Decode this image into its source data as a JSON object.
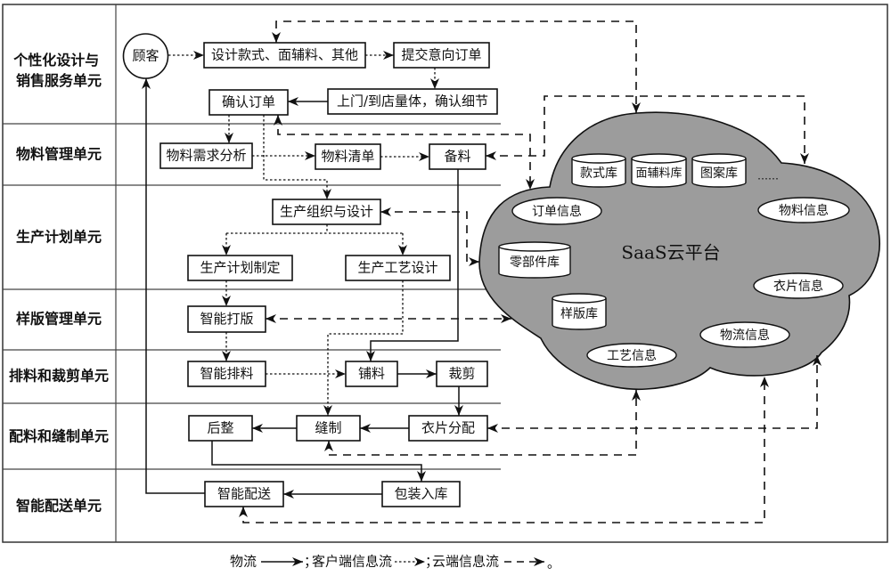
{
  "lanes": [
    {
      "lines": [
        "个性化设计与",
        "销售服务单元"
      ]
    },
    {
      "lines": [
        "物料管理单元"
      ]
    },
    {
      "lines": [
        "生产计划单元"
      ]
    },
    {
      "lines": [
        "样版管理单元"
      ]
    },
    {
      "lines": [
        "排料和裁剪单元"
      ]
    },
    {
      "lines": [
        "配料和缝制单元"
      ]
    },
    {
      "lines": [
        "智能配送单元"
      ]
    }
  ],
  "nodes": {
    "customer": "顾客",
    "design": "设计款式、面辅料、其他",
    "submit_order": "提交意向订单",
    "measure": "上门/到店量体，确认细节",
    "confirm_order": "确认订单",
    "material_analysis": "物料需求分析",
    "material_list": "物料清单",
    "material_prep": "备料",
    "production_org": "生产组织与设计",
    "production_plan": "生产计划制定",
    "process_design": "生产工艺设计",
    "smart_pattern": "智能打版",
    "smart_marker": "智能排料",
    "spreading": "铺料",
    "cutting": "裁剪",
    "finishing": "后整",
    "sewing": "缝制",
    "piece_distribution": "衣片分配",
    "smart_delivery": "智能配送",
    "packaging": "包装入库"
  },
  "cloud": {
    "title": "SaaS云平台",
    "databases": [
      "款式库",
      "面辅料库",
      "图案库",
      "零部件库",
      "样版库"
    ],
    "ellipsis": "……",
    "info": [
      "订单信息",
      "物料信息",
      "衣片信息",
      "物流信息",
      "工艺信息"
    ]
  },
  "legend": {
    "physical": "物流",
    "sep1": "；",
    "client": "客户端信息流",
    "sep2": "；",
    "cloud": "云端信息流",
    "end": "。"
  },
  "colors": {
    "cloud_fill": "#9c9c9c",
    "line": "#111111",
    "background": "#ffffff"
  }
}
